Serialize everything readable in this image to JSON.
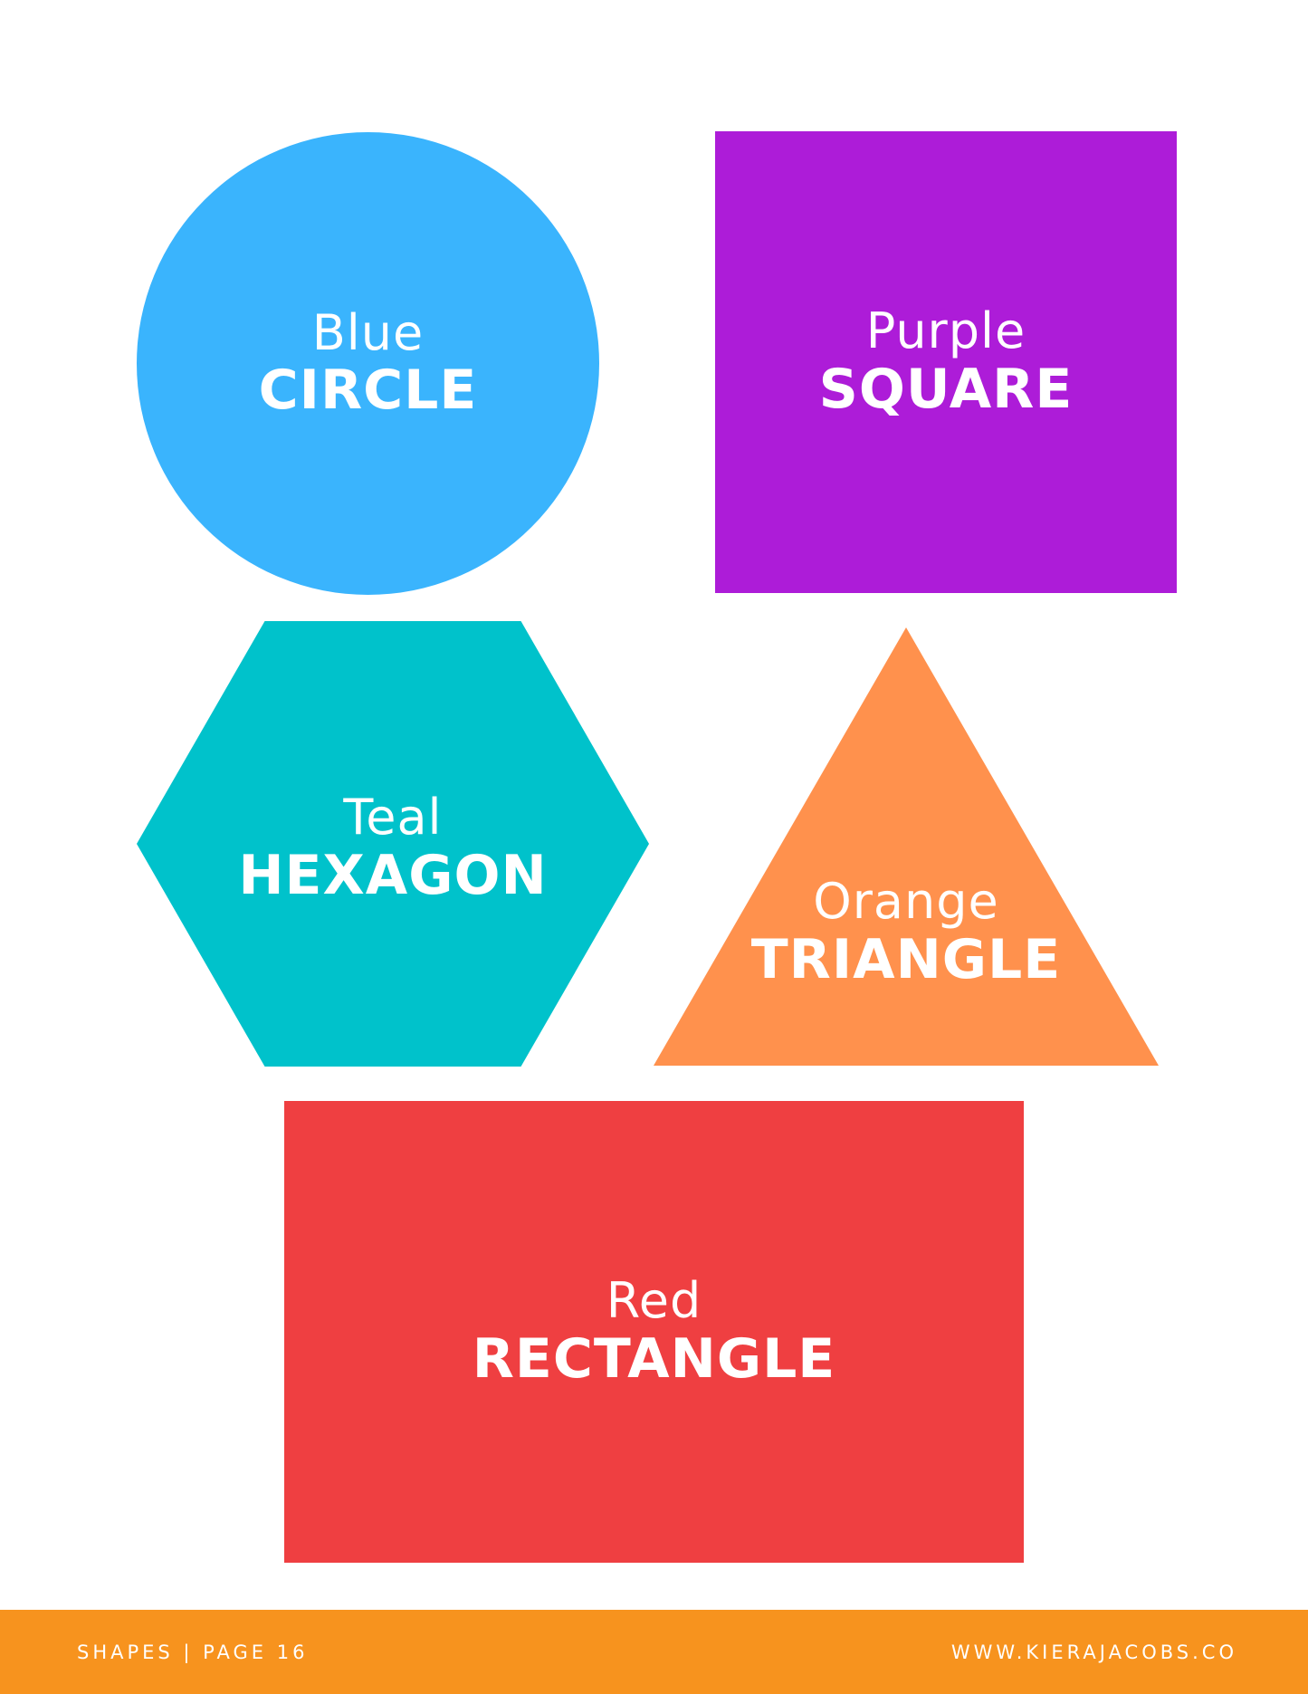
{
  "colors": {
    "blue": "#3AB4FD",
    "purple": "#AD1CD8",
    "teal": "#00C2CB",
    "orange": "#FF914D",
    "red": "#EF3F41",
    "footer": "#F7931E"
  },
  "shapes": {
    "circle": {
      "line1": "Blue",
      "line2": "CIRCLE"
    },
    "square": {
      "line1": "Purple",
      "line2": "SQUARE"
    },
    "hexagon": {
      "line1": "Teal",
      "line2": "HEXAGON"
    },
    "triangle": {
      "line1": "Orange",
      "line2": "TRIANGLE"
    },
    "rectangle": {
      "line1": "Red",
      "line2": "RECTANGLE"
    }
  },
  "footer": {
    "left_text": "SHAPES | PAGE 16",
    "right_text": "WWW.KIERAJACOBS.CO"
  }
}
